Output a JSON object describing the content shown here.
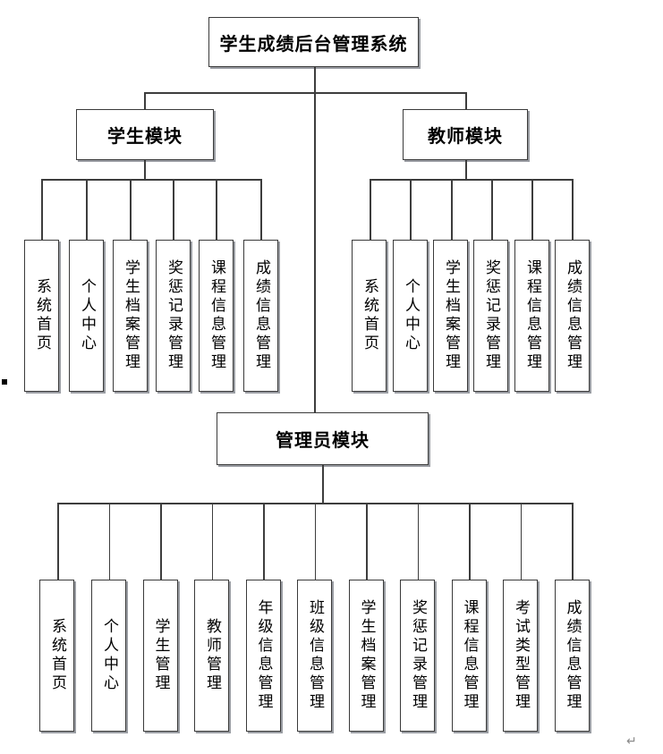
{
  "diagram": {
    "title": "学生成绩后台管理系统",
    "colors": {
      "background": "#ffffff",
      "box_border": "#3a3a3a",
      "box_shadow": "#9a9da3",
      "connector_line": "#3d3d3d",
      "text": "#000000",
      "return_mark": "#8a8a8a"
    },
    "modules": [
      {
        "label": "学生模块",
        "children": [
          "系统首页",
          "个人中心",
          "学生档案管理",
          "奖惩记录管理",
          "课程信息管理",
          "成绩信息管理"
        ]
      },
      {
        "label": "教师模块",
        "children": [
          "系统首页",
          "个人中心",
          "学生档案管理",
          "奖惩记录管理",
          "课程信息管理",
          "成绩信息管理"
        ]
      },
      {
        "label": "管理员模块",
        "children": [
          "系统首页",
          "个人中心",
          "学生管理",
          "教师管理",
          "年级信息管理",
          "班级信息管理",
          "学生档案管理",
          "奖惩记录管理",
          "课程信息管理",
          "考试类型管理",
          "成绩信息管理"
        ]
      }
    ],
    "marks": {
      "list_bullet": "",
      "paragraph_return": "↵"
    }
  }
}
